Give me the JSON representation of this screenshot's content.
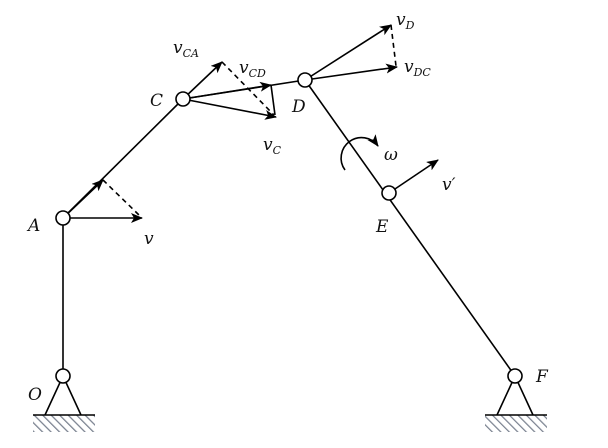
{
  "points": {
    "O": "O",
    "A": "A",
    "C": "C",
    "D": "D",
    "E": "E",
    "F": "F"
  },
  "vectors": {
    "v": {
      "base": "v",
      "sub": ""
    },
    "v_CA": {
      "base": "v",
      "sub": "CA"
    },
    "v_CD": {
      "base": "v",
      "sub": "CD"
    },
    "v_C": {
      "base": "v",
      "sub": "C"
    },
    "v_D": {
      "base": "v",
      "sub": "D"
    },
    "v_DC": {
      "base": "v",
      "sub": "DC"
    },
    "v_prime": {
      "base": "v′",
      "sub": ""
    }
  },
  "omega": "ω"
}
